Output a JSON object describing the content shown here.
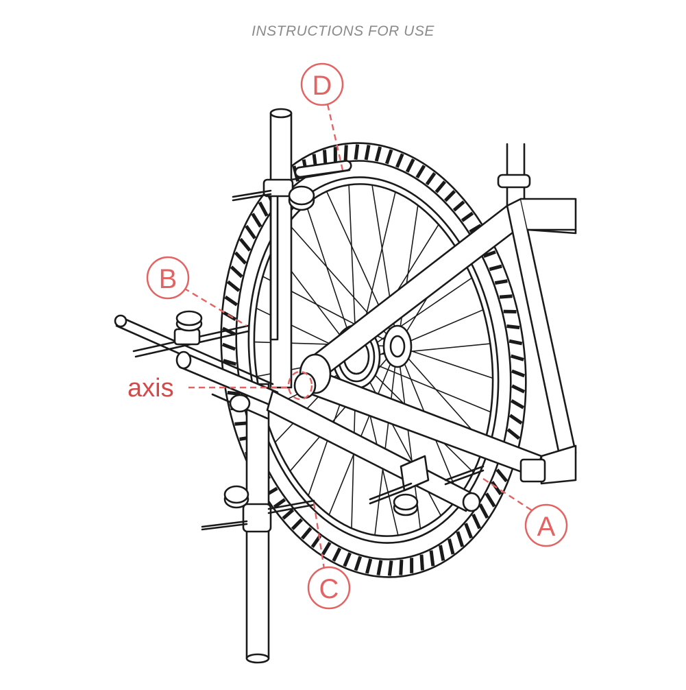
{
  "title": "INSTRUCTIONS FOR USE",
  "callouts": {
    "a": "A",
    "b": "B",
    "c": "C",
    "d": "D",
    "axis": "axis"
  },
  "colors": {
    "accent": "#e36363",
    "ink": "#1a1a1a",
    "title": "#8a8a8a",
    "background": "#ffffff"
  }
}
